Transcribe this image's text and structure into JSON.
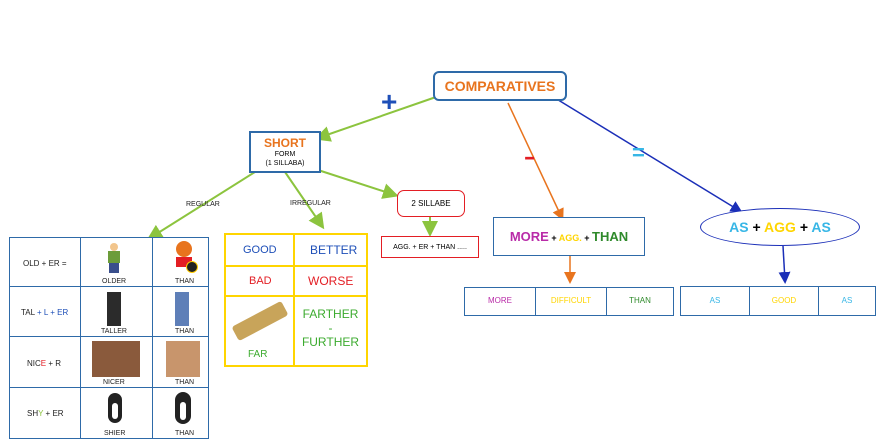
{
  "root": {
    "label": "COMPARATIVES",
    "color": "#e8741e"
  },
  "branches": {
    "plus": "+",
    "minus": "-",
    "equal": "=",
    "plus_color": "#1e4fb8",
    "minus_color": "#e31e24",
    "equal_color": "#37b6e6"
  },
  "short": {
    "title": "SHORT",
    "sub1": "FORM",
    "sub2": "(1 SILLABA)"
  },
  "edge_labels": {
    "regular": "REGULAR",
    "irregular": "IRREGULAR"
  },
  "two_syllable": {
    "title": "2 SILLABE",
    "rule": "AGG. + ER + THAN ....."
  },
  "regular_rows": [
    {
      "rule_pre": "OLD + ER =",
      "rule_hl": "",
      "rule_post": "",
      "word": "OLDER",
      "than": "THAN"
    },
    {
      "rule_pre": "TAL",
      "rule_hl": " + L + ER",
      "rule_post": "",
      "word": "TALLER",
      "than": "THAN"
    },
    {
      "rule_pre": "NIC",
      "rule_hl": "E",
      "rule_post": " + R",
      "word": "NICER",
      "than": "THAN"
    },
    {
      "rule_pre": "SH",
      "rule_hl": "Y",
      "rule_post": " + ER",
      "word": "SHIER",
      "than": "THAN"
    }
  ],
  "irregular": [
    {
      "base": "GOOD",
      "comp": "BETTER"
    },
    {
      "base": "BAD",
      "comp": "WORSE"
    },
    {
      "base": "FAR",
      "comp1": "FARTHER",
      "dash": "-",
      "comp2": "FURTHER"
    }
  ],
  "more_formula": {
    "more": "MORE",
    "plus1": " + ",
    "agg": "AGG.",
    "plus2": " + ",
    "than": "THAN"
  },
  "more_example": [
    "MORE",
    "DIFFICULT",
    "THAN"
  ],
  "as_formula": {
    "as1": "AS",
    "plus1": " + ",
    "agg": "AGG",
    "plus2": " + ",
    "as2": "AS"
  },
  "as_example": [
    "AS",
    "GOOD",
    "AS"
  ]
}
